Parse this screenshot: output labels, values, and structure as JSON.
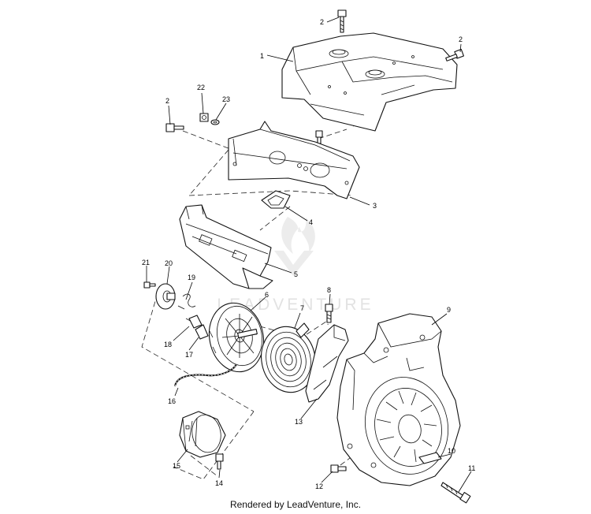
{
  "watermark": {
    "text": "LEADVENTURE"
  },
  "credit": "Rendered by LeadVenture, Inc.",
  "callouts": {
    "c1": "1",
    "c2a": "2",
    "c2b": "2",
    "c2c": "2",
    "c3": "3",
    "c4": "4",
    "c5": "5",
    "c6": "6",
    "c7": "7",
    "c8": "8",
    "c9": "9",
    "c10": "10",
    "c11": "11",
    "c12": "12",
    "c13": "13",
    "c14": "14",
    "c15": "15",
    "c16": "16",
    "c17": "17",
    "c18": "18",
    "c19": "19",
    "c20": "20",
    "c21": "21",
    "c22": "22",
    "c23": "23"
  },
  "colors": {
    "line": "#111111",
    "watermark": "#e2e2e2",
    "background": "#ffffff"
  }
}
